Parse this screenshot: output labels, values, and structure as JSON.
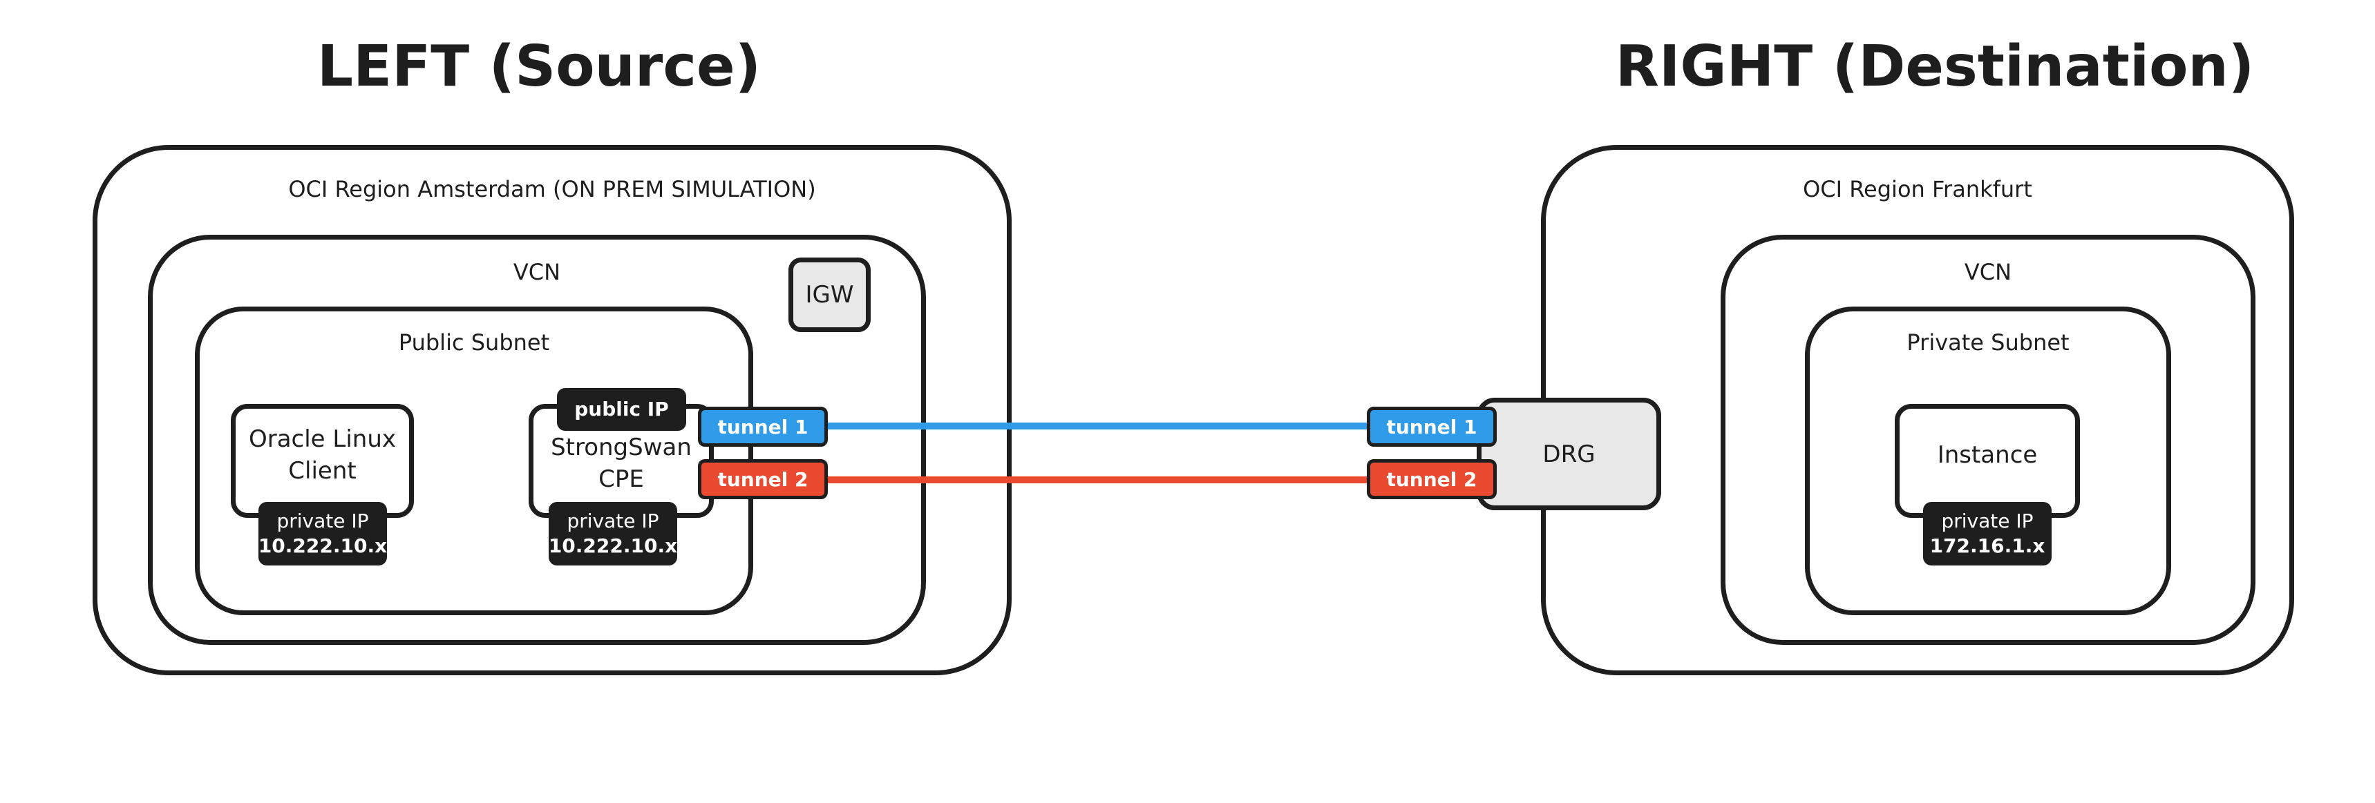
{
  "headings": {
    "left": "LEFT (Source)",
    "right": "RIGHT (Destination)"
  },
  "left": {
    "region": "OCI Region Amsterdam (ON PREM SIMULATION)",
    "vcn": "VCN",
    "igw": "IGW",
    "subnet": "Public Subnet",
    "client": {
      "name": "Oracle Linux\nClient",
      "ip_label": "private IP",
      "ip_value": "10.222.10.x"
    },
    "cpe": {
      "name": "StrongSwan\nCPE",
      "public_ip_label": "public IP",
      "ip_label": "private IP",
      "ip_value": "10.222.10.x"
    },
    "tunnel1": "tunnel 1",
    "tunnel2": "tunnel 2"
  },
  "right": {
    "region": "OCI Region Frankfurt",
    "vcn": "VCN",
    "subnet": "Private Subnet",
    "drg": "DRG",
    "instance": {
      "name": "Instance",
      "ip_label": "private IP",
      "ip_value": "172.16.1.x"
    },
    "tunnel1": "tunnel 1",
    "tunnel2": "tunnel 2"
  },
  "colors": {
    "tunnel1": "#2f9be9",
    "tunnel2": "#ea4a2f",
    "outline": "#1e1e1e",
    "gray_fill": "#e8e8e8"
  }
}
